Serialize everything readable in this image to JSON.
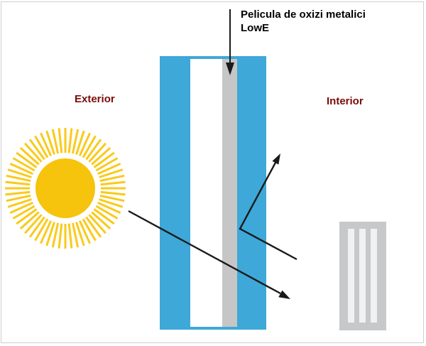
{
  "diagram": {
    "annotation": {
      "line1": "Pelicula de oxizi metalici",
      "line2": "LowE"
    },
    "labels": {
      "exterior": "Exterior",
      "interior": "Interior"
    },
    "colors": {
      "glass_blue": "#3EA8D8",
      "lowe_film_gray": "#C6C6C6",
      "radiator_gray": "#C6C8CA",
      "radiator_slat": "#F1F1F1",
      "sun_core_yellow": "#F6C30D",
      "sun_ray_yellow": "#F9CA1C",
      "label_dark_red": "#7B0A0A",
      "arrow_black": "#1A1A1A",
      "border_gray": "#CFCFCF"
    }
  }
}
